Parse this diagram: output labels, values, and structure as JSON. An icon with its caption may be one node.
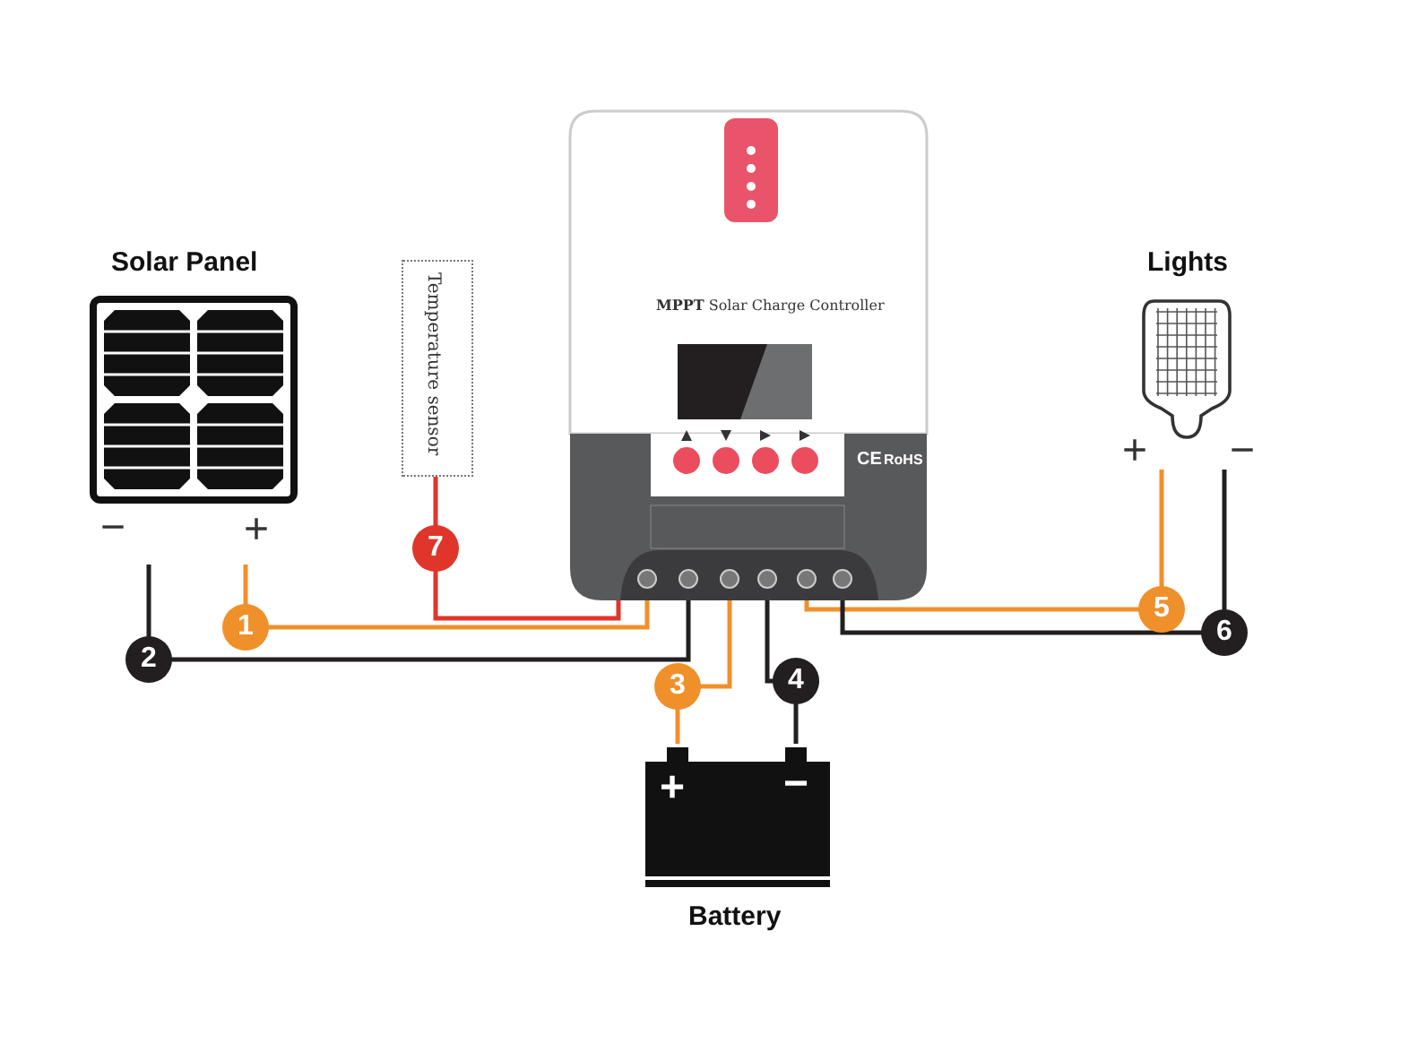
{
  "diagram": {
    "nodes": [
      {
        "text": [
          "Solar Panel"
        ]
      },
      {
        "text": [
          "Temperature sensor"
        ]
      },
      {
        "text": [
          "**MPPT** Solar Charge Controller",
          "CE",
          "RoHS"
        ]
      },
      {
        "text": [
          "Battery"
        ]
      },
      {
        "text": [
          "Lights"
        ]
      }
    ],
    "edges": [
      {
        "from": 0,
        "to": 2,
        "arrow": "none",
        "label": "1",
        "color": "#f0902a"
      },
      {
        "from": 0,
        "to": 2,
        "arrow": "none",
        "label": "2",
        "color": "#231f20"
      },
      {
        "from": 3,
        "to": 2,
        "arrow": "none",
        "label": "3",
        "color": "#f0902a"
      },
      {
        "from": 3,
        "to": 2,
        "arrow": "none",
        "label": "4",
        "color": "#231f20"
      },
      {
        "from": 4,
        "to": 2,
        "arrow": "none",
        "label": "5",
        "color": "#f0902a"
      },
      {
        "from": 4,
        "to": 2,
        "arrow": "none",
        "label": "6",
        "color": "#231f20"
      },
      {
        "from": 1,
        "to": 2,
        "arrow": "none",
        "label": "7",
        "color": "#e0352b"
      }
    ],
    "labels": [
      "−",
      "+",
      "+",
      "−",
      "+",
      "−"
    ]
  }
}
